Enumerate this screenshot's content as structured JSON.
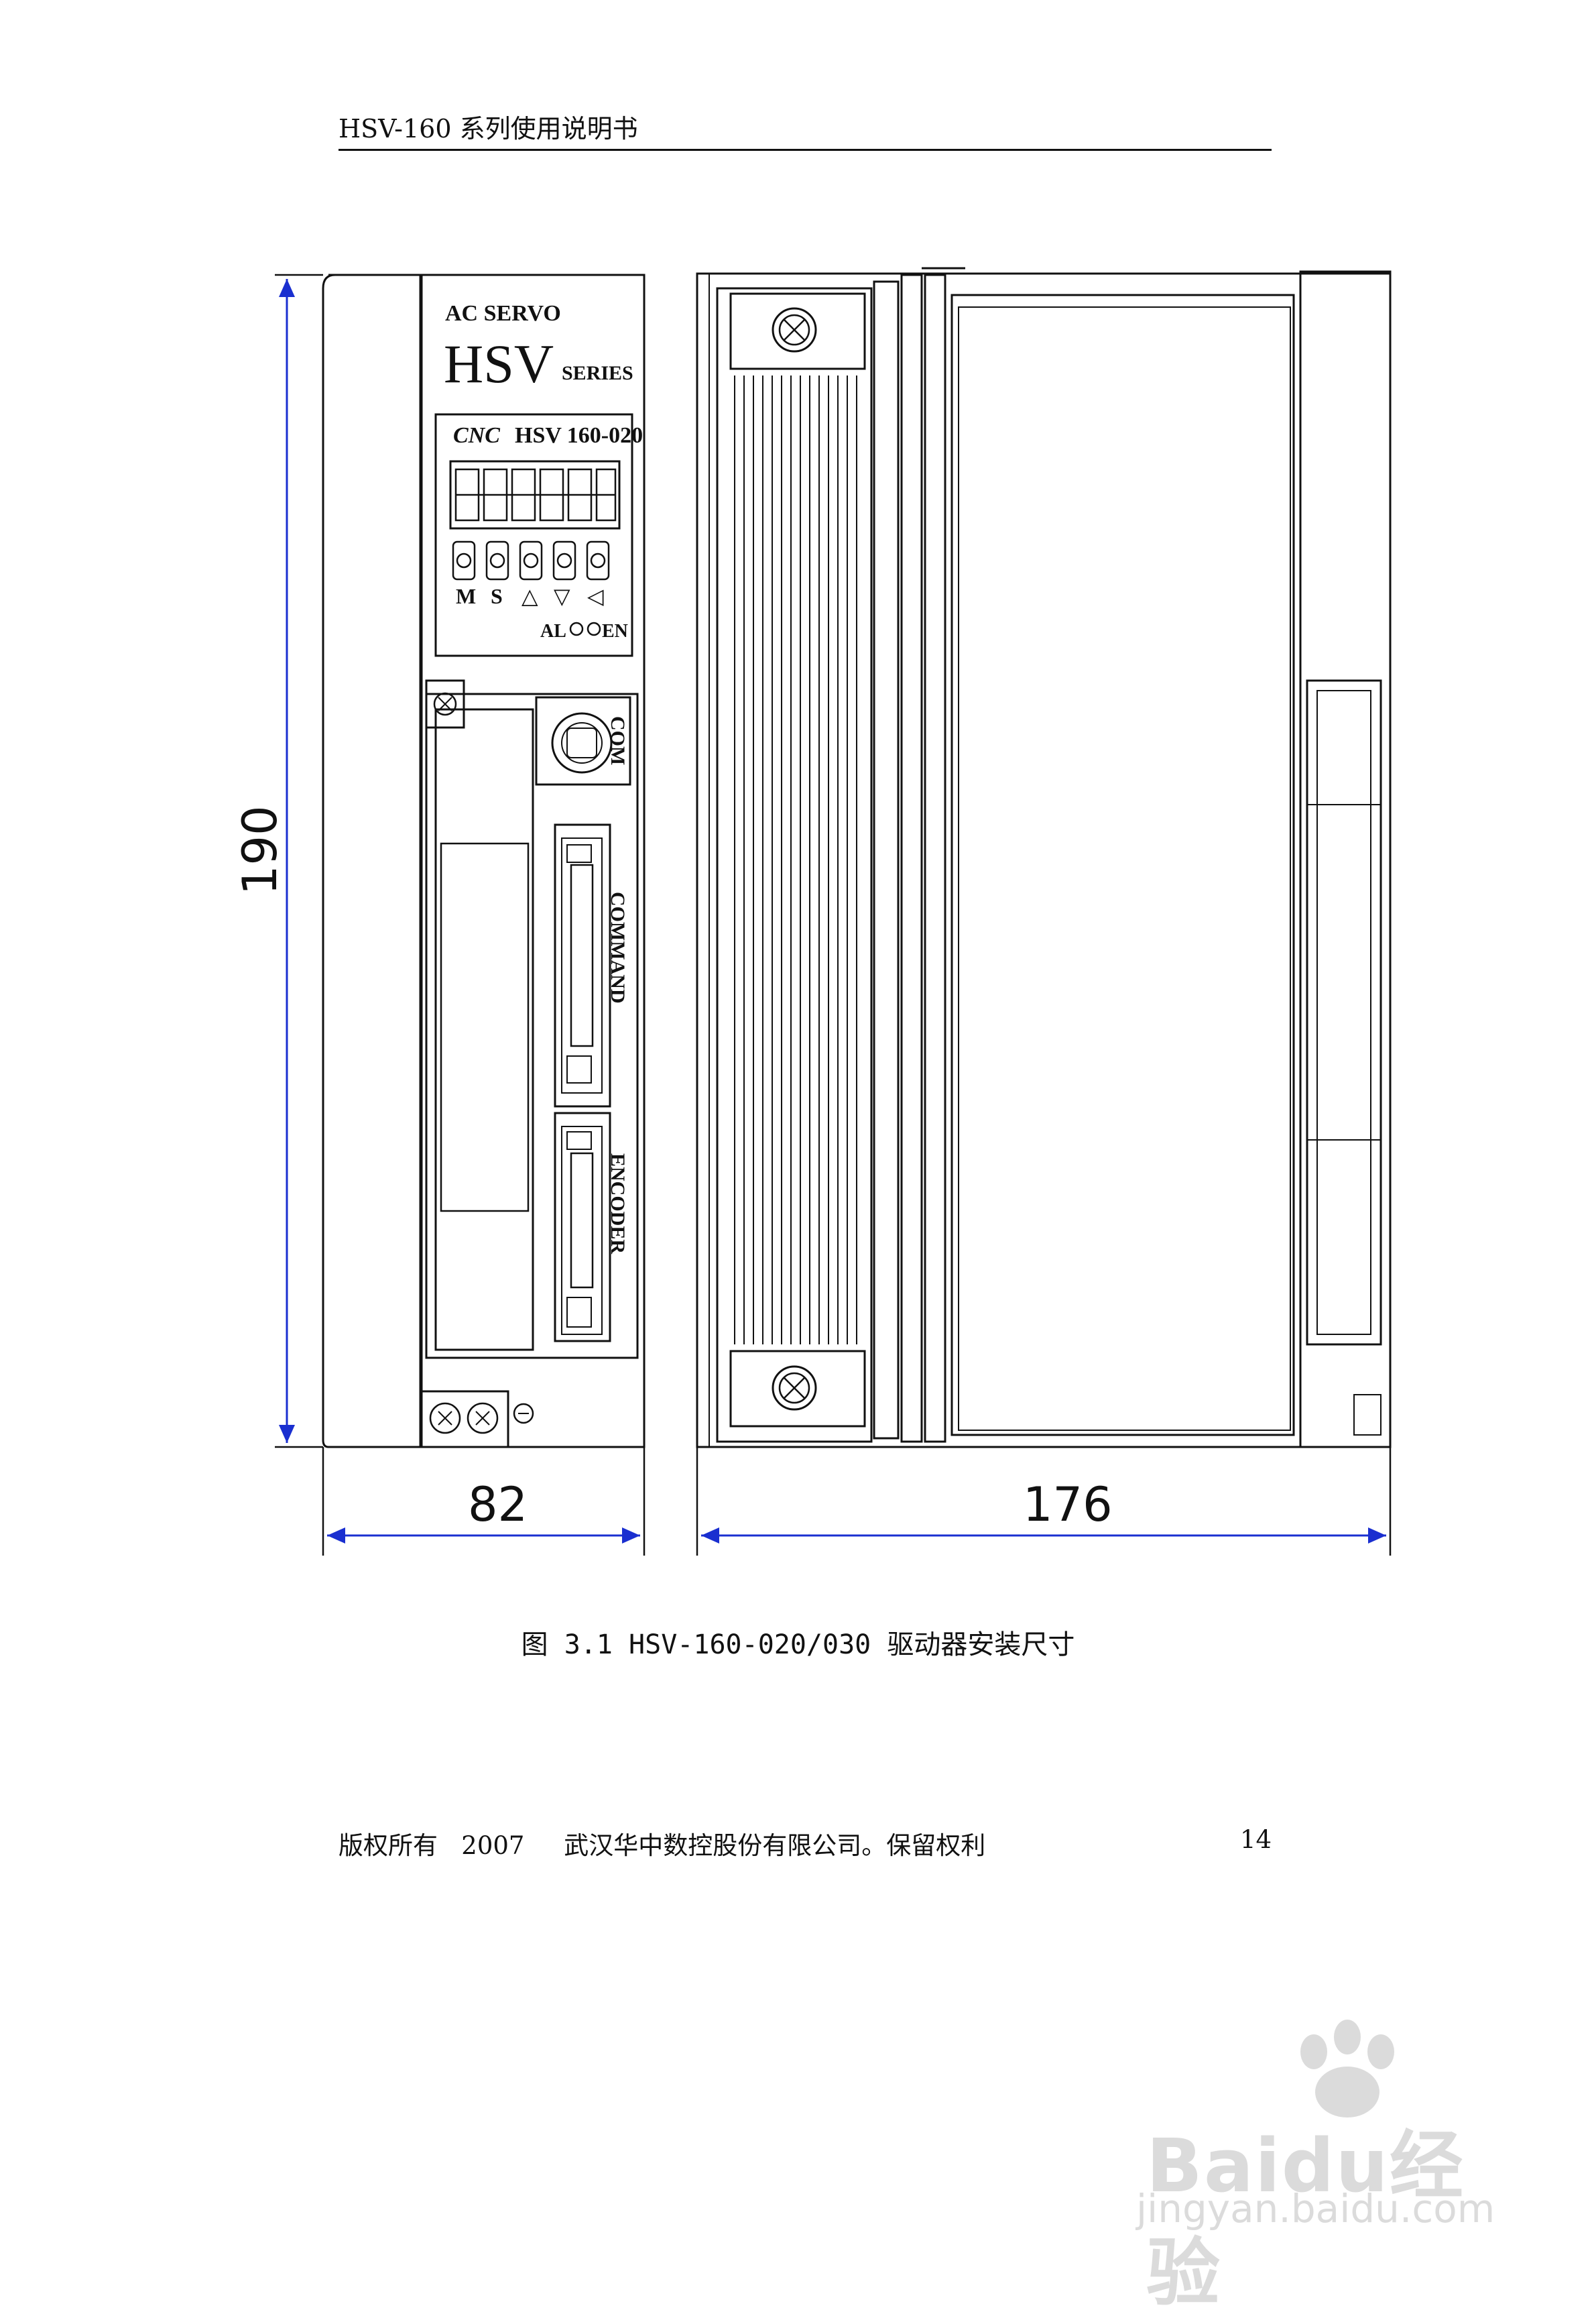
{
  "header": {
    "title": "HSV-160 系列使用说明书"
  },
  "figure": {
    "caption": "图 3.1 HSV-160-020/030 驱动器安装尺寸",
    "dimensions": {
      "height": "190",
      "width": "82",
      "depth": "176"
    },
    "front_panel": {
      "brand_line": "AC SERVO",
      "model_family": "HSV",
      "series": "SERIES",
      "logo": "CNC",
      "model": "HSV 160-020",
      "buttons": [
        "M",
        "S",
        "△",
        "▽",
        "◁"
      ],
      "led_labels": [
        "AL",
        "EN"
      ],
      "ports": [
        "COM",
        "COMMAND",
        "ENCODER"
      ]
    }
  },
  "footer": {
    "copyright": "版权所有   2007     武汉华中数控股份有限公司。保留权利",
    "page_number": "14"
  },
  "watermark": {
    "brand": "Baidu经验",
    "url": "jingyan.baidu.com"
  }
}
